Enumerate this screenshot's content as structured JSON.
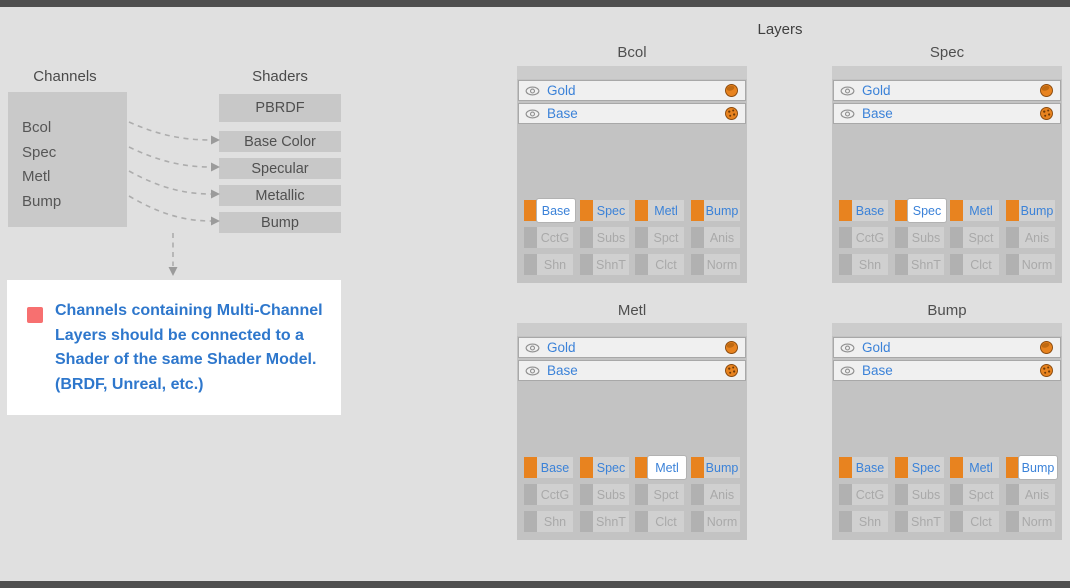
{
  "top_bar": {},
  "channels_diagram": {
    "channels_title": "Channels",
    "channels": [
      "Bcol",
      "Spec",
      "Metl",
      "Bump"
    ],
    "shaders_title": "Shaders",
    "shader_nodes": [
      "PBRDF",
      "Base Color",
      "Specular",
      "Metallic",
      "Bump"
    ]
  },
  "note": {
    "lines": [
      "Channels containing Multi-Channel",
      "Layers should be connected to a",
      "Shader of the same Shader Model.",
      "(BRDF, Unreal, etc.)"
    ]
  },
  "layers_section": {
    "title": "Layers",
    "channel_buttons": [
      [
        "Base",
        "Spec",
        "Metl",
        "Bump"
      ],
      [
        "CctG",
        "Subs",
        "Spct",
        "Anis"
      ],
      [
        "Shn",
        "ShnT",
        "Clct",
        "Norm"
      ]
    ],
    "panels": [
      {
        "title": "Bcol",
        "active_channel": "Base",
        "layers": [
          {
            "name": "Gold"
          },
          {
            "name": "Base"
          }
        ]
      },
      {
        "title": "Spec",
        "active_channel": "Spec",
        "layers": [
          {
            "name": "Gold"
          },
          {
            "name": "Base"
          }
        ]
      },
      {
        "title": "Metl",
        "active_channel": "Metl",
        "layers": [
          {
            "name": "Gold"
          },
          {
            "name": "Base"
          }
        ]
      },
      {
        "title": "Bump",
        "active_channel": "Bump",
        "layers": [
          {
            "name": "Gold"
          },
          {
            "name": "Base"
          }
        ]
      }
    ]
  },
  "icons": {
    "eye": "eye-icon",
    "gold_layer": "sphere-icon",
    "base_layer": "painted-sphere-icon"
  },
  "colors": {
    "background": "#e0e0e0",
    "dark_bar": "#4f4f4f",
    "panel_gray": "#c3c3c3",
    "accent_orange": "#e8831f",
    "link_blue": "#3b82d8",
    "note_text_blue": "#2e77cc",
    "note_bullet_red": "#f77070",
    "disabled_gray": "#a9a9a9"
  }
}
